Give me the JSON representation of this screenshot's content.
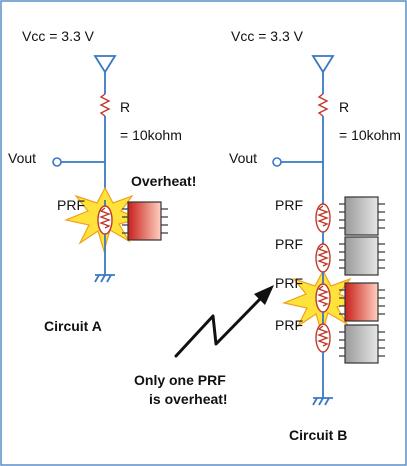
{
  "circuit_a": {
    "vcc_label": "Vcc = 3.3 V",
    "resistor_label": "R",
    "resistance_label": "= 10kohm",
    "vout_label": "Vout",
    "prf_label": "PRF",
    "overheat_label": "Overheat!",
    "caption": "Circuit A"
  },
  "circuit_b": {
    "vcc_label": "Vcc = 3.3 V",
    "resistor_label": "R",
    "resistance_label": "= 10kohm",
    "vout_label": "Vout",
    "prf_labels": [
      "PRF",
      "PRF",
      "PRF",
      "PRF"
    ],
    "caption": "Circuit B"
  },
  "annotation": {
    "line1": "Only one PRF",
    "line2": "is overheat!"
  },
  "colors": {
    "wire": "#3a78c2",
    "frame": "#5b8fc7",
    "prf_coil": "#c0392b",
    "flash_fill": "#ffe23a",
    "flash_stroke": "#f0a020",
    "ic_normal": "#c8c8c8",
    "ic_hot": "#e23d28"
  }
}
